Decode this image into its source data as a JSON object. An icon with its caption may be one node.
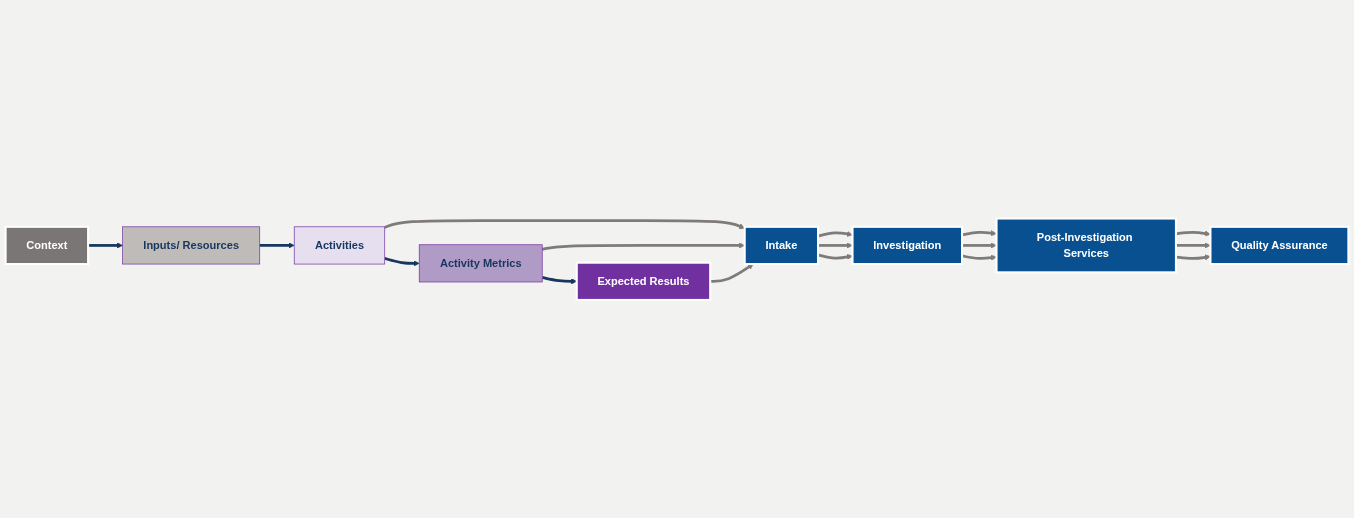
{
  "diagram": {
    "nodes": [
      {
        "text": [
          "Context"
        ]
      },
      {
        "text": [
          "Inputs/ Resources"
        ]
      },
      {
        "text": [
          "Activities"
        ]
      },
      {
        "text": [
          "Activity Metrics"
        ]
      },
      {
        "text": [
          "Expected Results"
        ]
      },
      {
        "text": [
          "Intake"
        ]
      },
      {
        "text": [
          "Investigation"
        ]
      },
      {
        "text": [
          "Post-Investigation Services"
        ]
      },
      {
        "text": [
          "Quality Assurance"
        ]
      }
    ],
    "edges": [
      {
        "from": 0,
        "to": 1,
        "arrow": "to",
        "color": "#17375e"
      },
      {
        "from": 1,
        "to": 2,
        "arrow": "to",
        "color": "#17375e"
      },
      {
        "from": 2,
        "to": 3,
        "arrow": "to",
        "color": "#17375e"
      },
      {
        "from": 3,
        "to": 4,
        "arrow": "to",
        "color": "#17375e"
      },
      {
        "from": 2,
        "to": 5,
        "arrow": "to"
      },
      {
        "from": 3,
        "to": 5,
        "arrow": "to"
      },
      {
        "from": 4,
        "to": 5,
        "arrow": "to"
      },
      {
        "from": 5,
        "to": 6,
        "arrow": "to"
      },
      {
        "from": 5,
        "to": 6,
        "arrow": "to"
      },
      {
        "from": 5,
        "to": 6,
        "arrow": "to"
      },
      {
        "from": 6,
        "to": 7,
        "arrow": "to"
      },
      {
        "from": 6,
        "to": 7,
        "arrow": "to"
      },
      {
        "from": 6,
        "to": 7,
        "arrow": "to"
      },
      {
        "from": 7,
        "to": 8,
        "arrow": "to"
      },
      {
        "from": 7,
        "to": 8,
        "arrow": "to"
      },
      {
        "from": 7,
        "to": 8,
        "arrow": "to"
      }
    ]
  }
}
